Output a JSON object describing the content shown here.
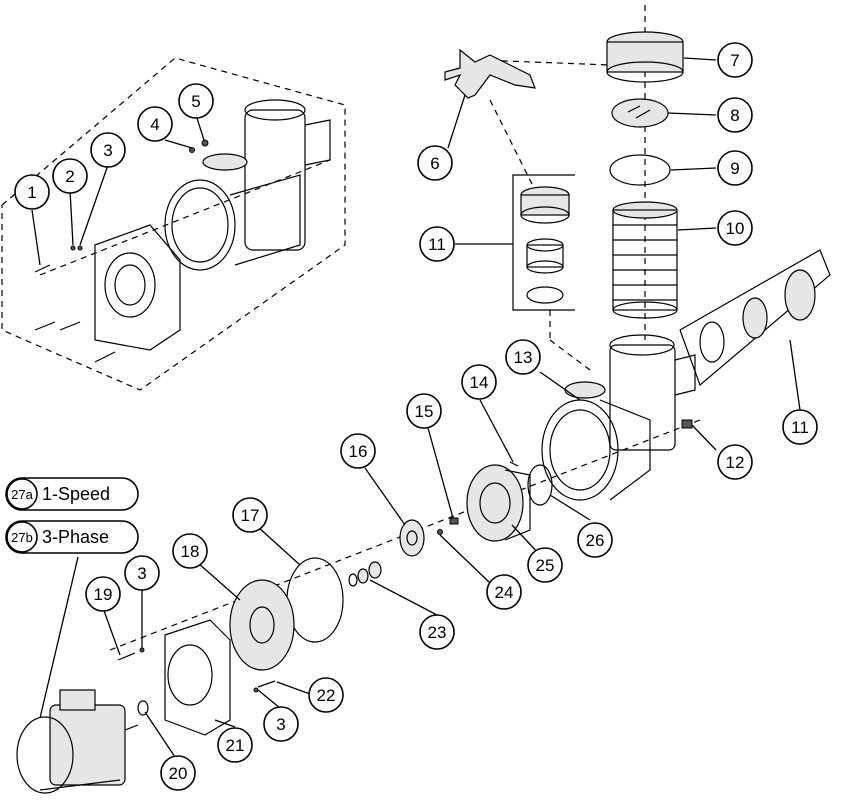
{
  "callouts": [
    {
      "id": "callout-1",
      "text": "1"
    },
    {
      "id": "callout-2",
      "text": "2"
    },
    {
      "id": "callout-3a",
      "text": "3"
    },
    {
      "id": "callout-4",
      "text": "4"
    },
    {
      "id": "callout-5",
      "text": "5"
    },
    {
      "id": "callout-6",
      "text": "6"
    },
    {
      "id": "callout-7",
      "text": "7"
    },
    {
      "id": "callout-8",
      "text": "8"
    },
    {
      "id": "callout-9",
      "text": "9"
    },
    {
      "id": "callout-10",
      "text": "10"
    },
    {
      "id": "callout-11a",
      "text": "11"
    },
    {
      "id": "callout-11b",
      "text": "11"
    },
    {
      "id": "callout-12",
      "text": "12"
    },
    {
      "id": "callout-13",
      "text": "13"
    },
    {
      "id": "callout-14",
      "text": "14"
    },
    {
      "id": "callout-15",
      "text": "15"
    },
    {
      "id": "callout-16",
      "text": "16"
    },
    {
      "id": "callout-17",
      "text": "17"
    },
    {
      "id": "callout-18",
      "text": "18"
    },
    {
      "id": "callout-19",
      "text": "19"
    },
    {
      "id": "callout-3b",
      "text": "3"
    },
    {
      "id": "callout-20",
      "text": "20"
    },
    {
      "id": "callout-21",
      "text": "21"
    },
    {
      "id": "callout-22",
      "text": "22"
    },
    {
      "id": "callout-3c",
      "text": "3"
    },
    {
      "id": "callout-23",
      "text": "23"
    },
    {
      "id": "callout-24",
      "text": "24"
    },
    {
      "id": "callout-25",
      "text": "25"
    },
    {
      "id": "callout-26",
      "text": "26"
    }
  ],
  "motor_variants": [
    {
      "code": "27a",
      "label": "1-Speed"
    },
    {
      "code": "27b",
      "label": "3-Phase"
    }
  ]
}
